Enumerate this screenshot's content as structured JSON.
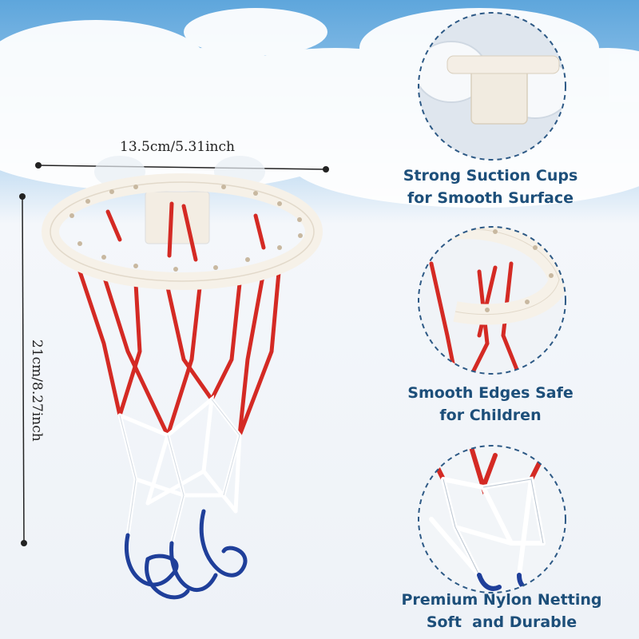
{
  "dimensions": {
    "width_label": "13.5cm/5.31inch",
    "height_label": "21cm/8.27inch"
  },
  "features": [
    {
      "line1": "Strong Suction Cups",
      "line2": "for Smooth Surface"
    },
    {
      "line1": "Smooth Edges Safe",
      "line2": "for Children"
    },
    {
      "line1": "Premium Nylon Netting",
      "line2": "Soft  and Durable"
    }
  ],
  "colors": {
    "sky": "#6aaee0",
    "label_text": "#1d4f7a",
    "net_red": "#d42a24",
    "net_white": "#ffffff",
    "net_blue": "#1f3f9a",
    "hoop": "#f6f1e8",
    "dashed_circle": "#2e5a86"
  }
}
